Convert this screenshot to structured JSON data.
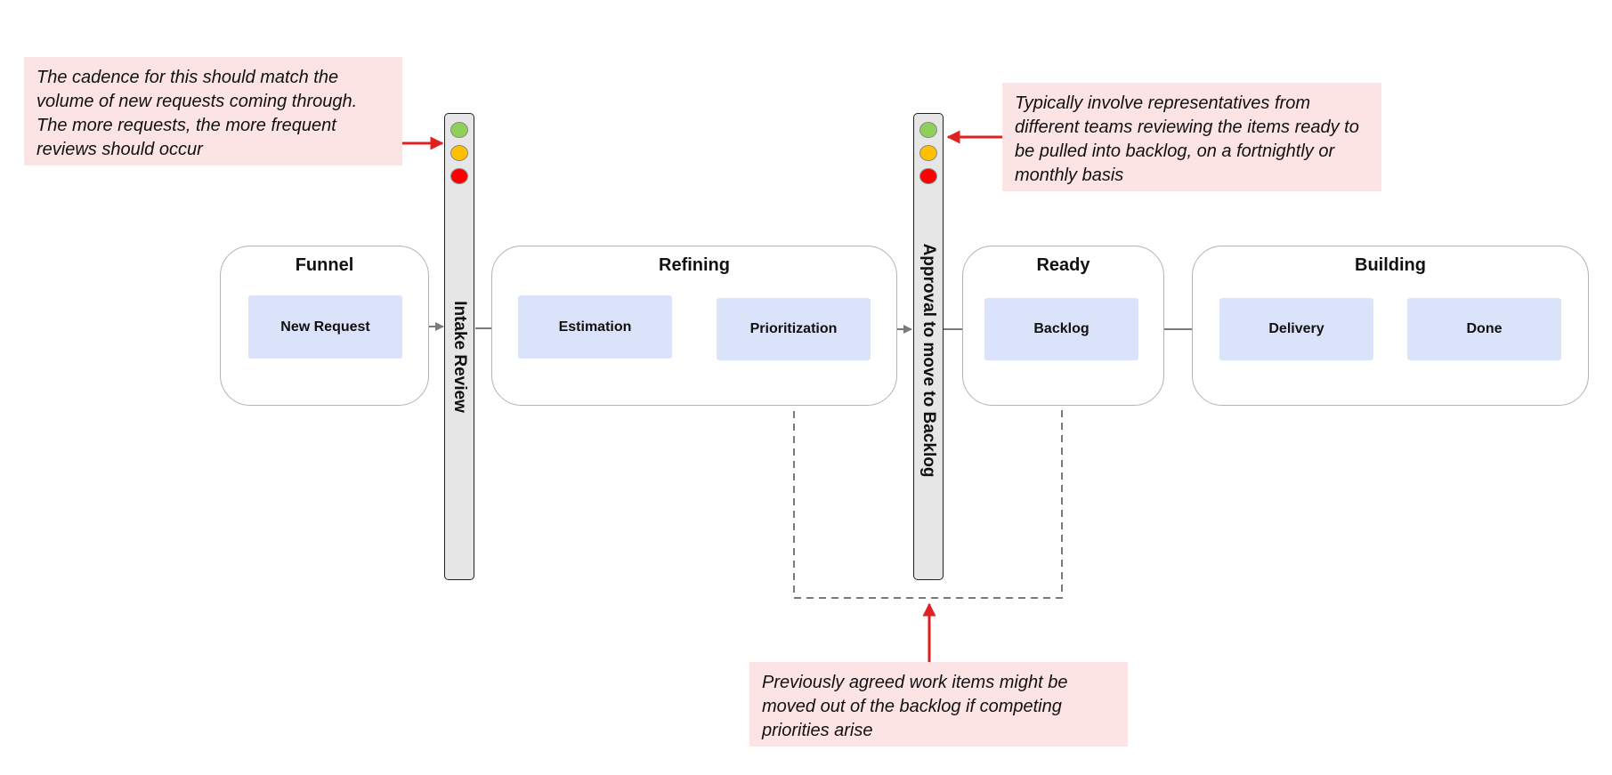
{
  "notes": {
    "intake": "The cadence for this should match the volume of new requests coming through. The more requests, the more frequent reviews should occur",
    "approval": "Typically involve representatives from different teams reviewing the items ready to be pulled into backlog, on a fortnightly or monthly basis",
    "backlog": "Previously agreed work items might be moved out of the backlog if competing priorities arise"
  },
  "groups": {
    "funnel": "Funnel",
    "refining": "Refining",
    "ready": "Ready",
    "building": "Building"
  },
  "steps": {
    "new_request": "New Request",
    "estimation": "Estimation",
    "prioritization": "Prioritization",
    "backlog": "Backlog",
    "delivery": "Delivery",
    "done": "Done"
  },
  "gates": {
    "intake": "Intake Review",
    "approval": "Approval to move to Backlog"
  },
  "colors": {
    "note_bg": "#fce4e4",
    "step_bg": "#dbe3fb",
    "callout_arrow": "#e02020",
    "flow_arrow": "#7a7a7a",
    "light_green": "#8fd05a",
    "light_amber": "#ffc000",
    "light_red": "#ff0000"
  }
}
